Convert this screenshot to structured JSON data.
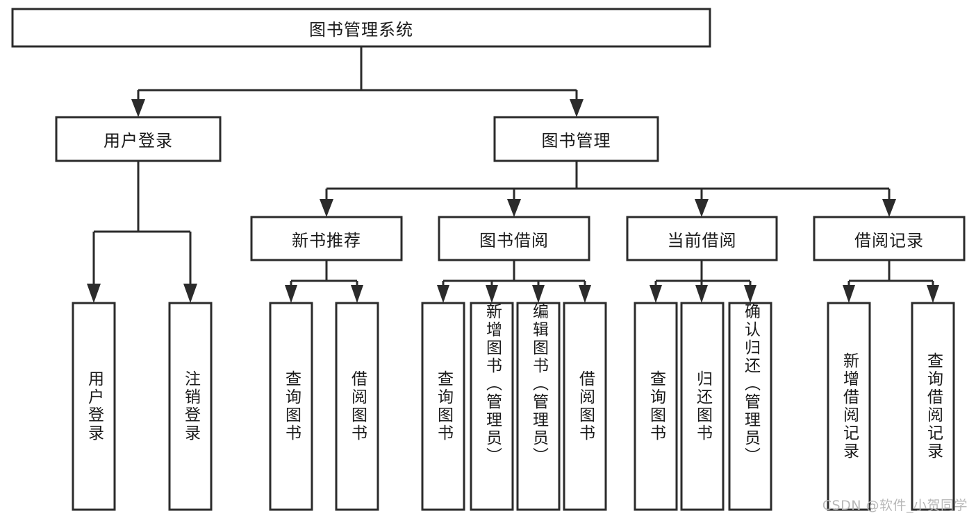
{
  "diagram": {
    "type": "tree-structure-chart",
    "title": "图书管理系统",
    "watermark": "CSDN @软件_小贺同学",
    "colors": {
      "stroke": "#2b2b2b",
      "fill": "#ffffff",
      "text": "#1a1a1a",
      "watermark": "#b8b8b8",
      "background": "#ffffff"
    },
    "root": {
      "label": "图书管理系统"
    },
    "level2": [
      {
        "label": "用户登录"
      },
      {
        "label": "图书管理"
      }
    ],
    "level3": [
      {
        "label": "新书推荐"
      },
      {
        "label": "图书借阅"
      },
      {
        "label": "当前借阅"
      },
      {
        "label": "借阅记录"
      }
    ],
    "leaves": {
      "user_login": [
        {
          "label": "用户登录"
        },
        {
          "label": "注销登录"
        }
      ],
      "new_book_recommend": [
        {
          "label": "查询图书"
        },
        {
          "label": "借阅图书"
        }
      ],
      "book_borrow": [
        {
          "label": "查询图书"
        },
        {
          "label": "新增图书（管理员）"
        },
        {
          "label": "编辑图书（管理员）"
        },
        {
          "label": "借阅图书"
        }
      ],
      "current_borrow": [
        {
          "label": "查询图书"
        },
        {
          "label": "归还图书"
        },
        {
          "label": "确认归还（管理员）"
        }
      ],
      "borrow_record": [
        {
          "label": "新增借阅记录"
        },
        {
          "label": "查询借阅记录"
        }
      ]
    }
  }
}
